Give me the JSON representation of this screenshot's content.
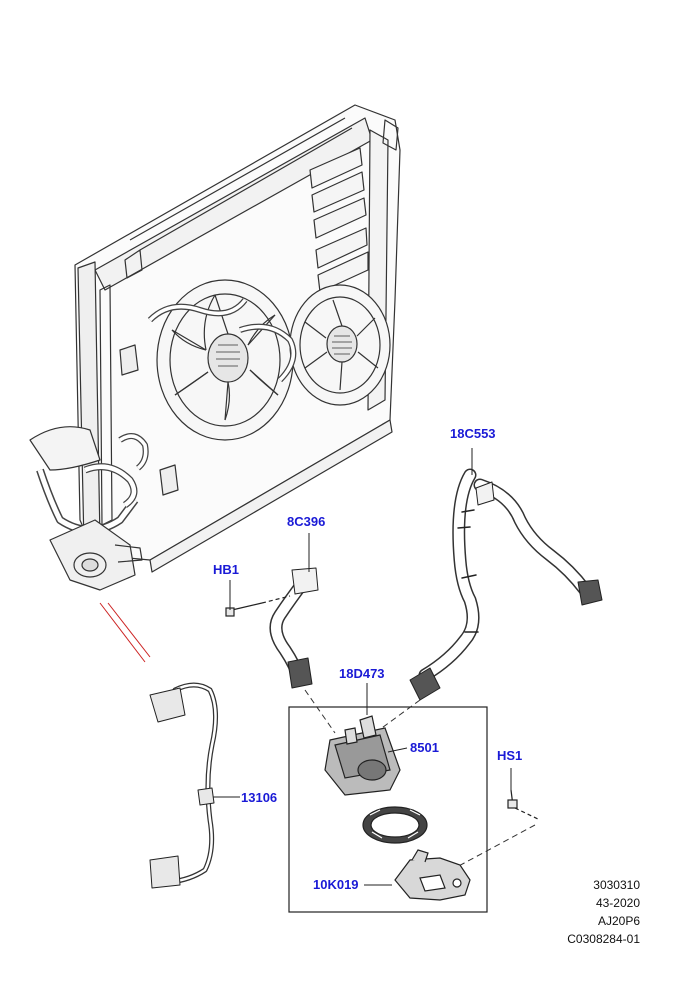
{
  "callouts": {
    "c18c553": "18C553",
    "c8c396": "8C396",
    "hb1": "HB1",
    "c18d473": "18D473",
    "c8501": "8501",
    "hs1": "HS1",
    "c13106": "13106",
    "c10k019": "10K019"
  },
  "reference": {
    "line1": "3030310",
    "line2": "43-2020",
    "line3": "AJ20P6",
    "line4": "C0308284-01"
  },
  "colors": {
    "callout_text": "#1a1ad6",
    "linework": "#222222",
    "leader": "#cc2222"
  }
}
